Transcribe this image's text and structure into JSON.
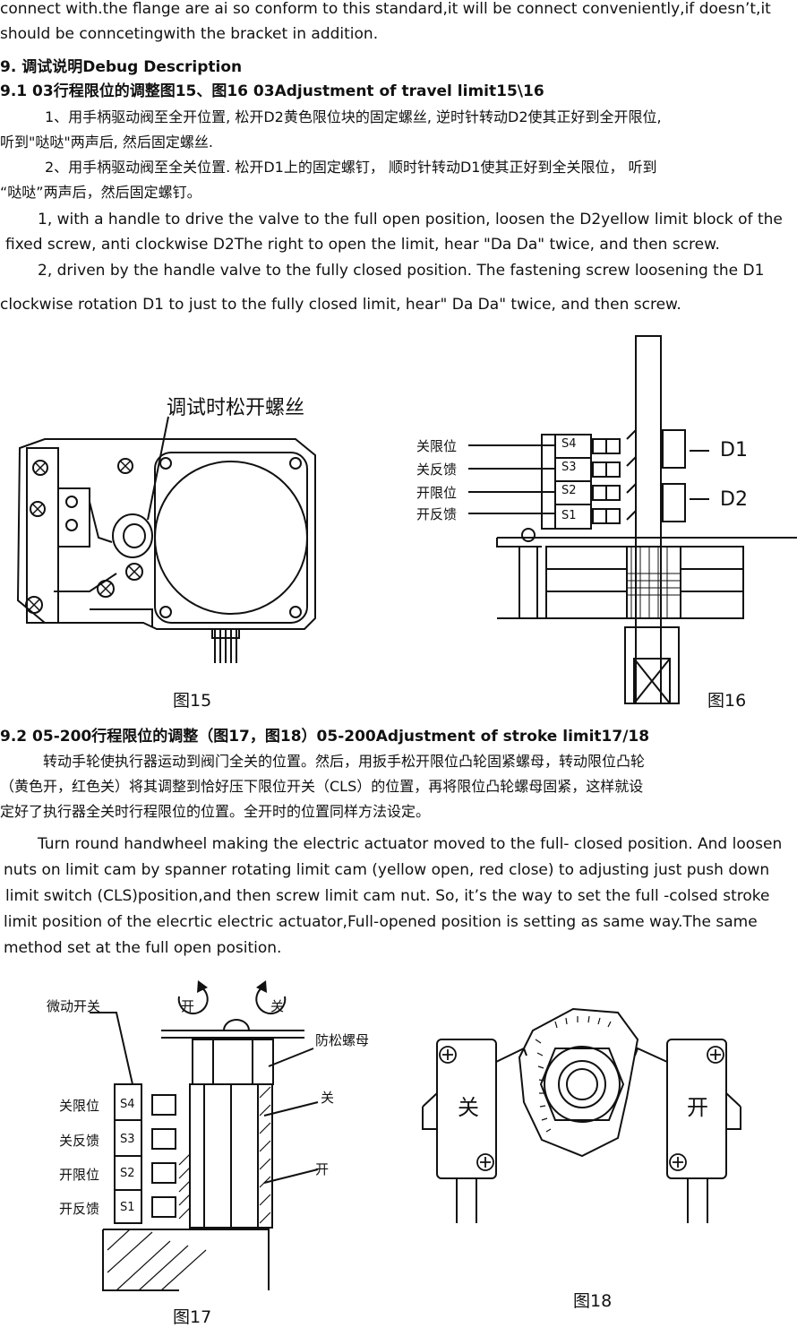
{
  "paragraphs": {
    "p0a": "connect with.the flange are ai so conform to this standard,it will be connect conveniently,if doesn’t,it",
    "p0b": "should be conncetingwith the bracket in addition.",
    "h9": "9.    调试说明Debug Description",
    "h91": "9.1   03行程限位的调整图15、图16  03Adjustment of travel limit15\\16",
    "zh1a": "1、用手柄驱动阀至全开位置, 松开D2黄色限位块的固定螺丝,  逆时针转动D2使其正好到全开限位,",
    "zh1b": "听到\"哒哒\"两声后, 然后固定螺丝.",
    "zh2a": "2、用手柄驱动阀至全关位置. 松开D1上的固定螺钉， 顺时针转动D1使其正好到全关限位， 听到",
    "zh2b": "“哒哒”两声后，然后固定螺钉。",
    "en1a": "1, with a handle to drive the valve to the full open position, loosen the D2yellow limit block of the",
    "en1b": "fixed screw, anti clockwise D2The right to open the limit, hear \"Da Da\" twice, and then screw.",
    "en2a": "2, driven by the handle valve to the fully closed position. The fastening screw loosening the D1",
    "en2b": "clockwise rotation D1 to just to the fully closed limit, hear\" Da Da\" twice, and then screw.",
    "h92": "9.2   05-200行程限位的调整（图17，图18）05-200Adjustment of stroke limit17/18",
    "zh3a": "转动手轮使执行器运动到阀门全关的位置。然后，用扳手松开限位凸轮固紧螺母，转动限位凸轮",
    "zh3b": "（黄色开，红色关）将其调整到恰好压下限位开关（CLS）的位置，再将限位凸轮螺母固紧，这样就设",
    "zh3c": "定好了执行器全关时行程限位的位置。全开时的位置同样方法设定。",
    "en3a": "Turn round handwheel  making the electric actuator moved to the full- closed position. And loosen",
    "en3b": "nuts on limit cam by spanner rotating limit cam  (yellow open, red close) to adjusting just push down",
    "en3c": "limit switch (CLS)position,and then screw limit cam nut.   So, it’s the way to set the full -colsed stroke",
    "en3d": "limit position of the elecrtic electric actuator,Full-opened position is setting as same way.The same",
    "en3e": "method set at the full open position."
  },
  "figures": {
    "fig15": {
      "caption": "图15",
      "callout": "调试时松开螺丝"
    },
    "fig16": {
      "caption": "图16",
      "labels": [
        "关限位",
        "关反馈",
        "开限位",
        "开反馈"
      ],
      "switches": [
        "S4",
        "S3",
        "S2",
        "S1"
      ],
      "d1": "D1",
      "d2": "D2"
    },
    "fig17": {
      "caption": "图17",
      "microswitch": "微动开关",
      "labels": [
        "关限位",
        "关反馈",
        "开限位",
        "开反馈"
      ],
      "switches": [
        "S4",
        "S3",
        "S2",
        "S1"
      ],
      "open_arrow": "开",
      "close_arrow": "关",
      "locknut": "防松螺母",
      "close": "关",
      "open": "开"
    },
    "fig18": {
      "caption": "图18",
      "left_switch": "关",
      "right_switch": "开"
    }
  }
}
